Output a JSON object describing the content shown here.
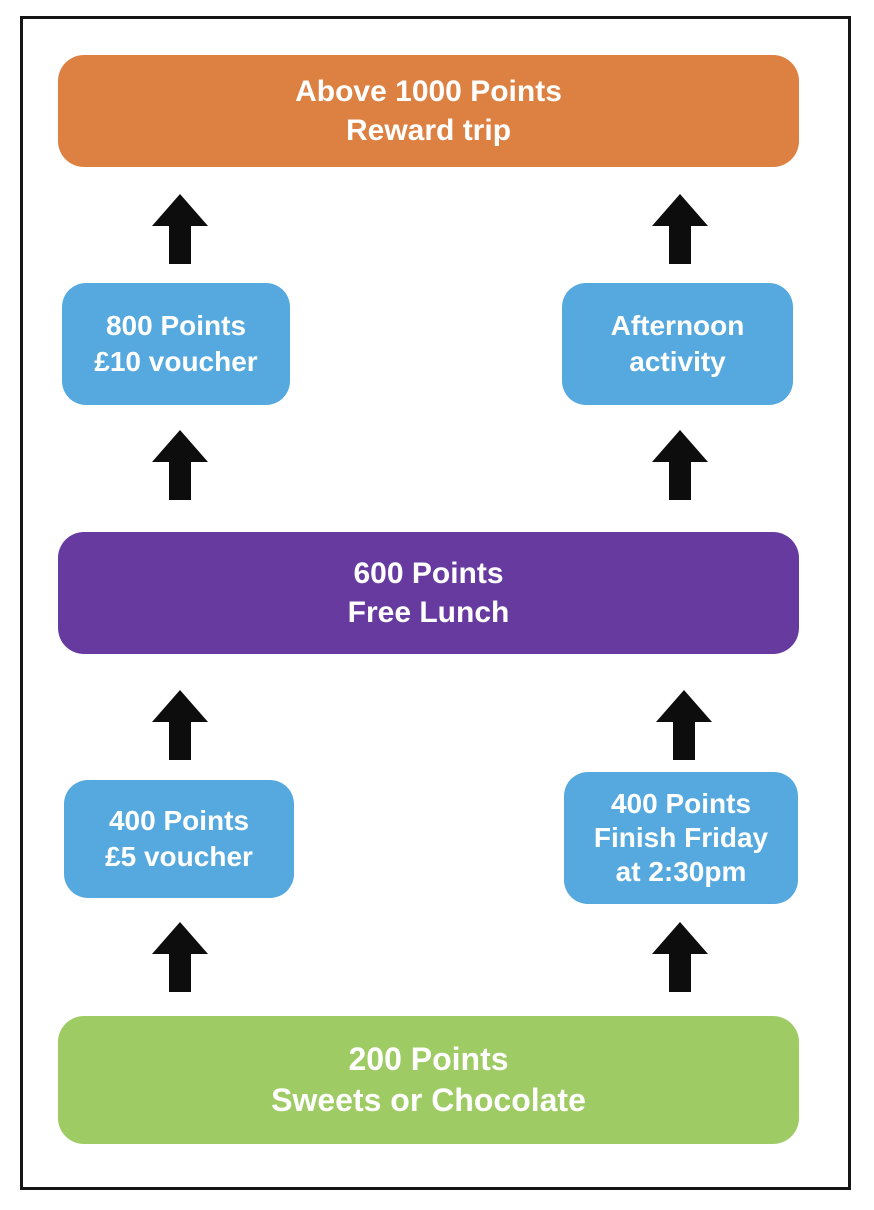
{
  "diagram": {
    "description": "Points reward ladder flowchart",
    "colors": {
      "top_box": "#DD8143",
      "small_box": "#55A9DE",
      "center_box": "#663A9E",
      "bottom_box": "#9ECB63",
      "arrow": "#0d0d0d",
      "frame_border": "#161616",
      "text": "#ffffff",
      "background": "#ffffff"
    },
    "boxes": {
      "top": {
        "line1": "Above 1000 Points",
        "line2": "Reward trip"
      },
      "mid_left": {
        "line1": "800 Points",
        "line2": "£10 voucher"
      },
      "mid_right": {
        "line1": "Afternoon",
        "line2": "activity"
      },
      "center": {
        "line1": "600 Points",
        "line2": "Free Lunch"
      },
      "low_left": {
        "line1": "400 Points",
        "line2": "£5 voucher"
      },
      "low_right": {
        "line1": "400 Points",
        "line2": "Finish Friday",
        "line3": "at 2:30pm"
      },
      "bottom": {
        "line1": "200 Points",
        "line2": "Sweets or Chocolate"
      }
    },
    "icons": {
      "up_arrow": "black-block-up-arrow"
    },
    "flow": [
      "200 Points Sweets or Chocolate -> 400 Points £5 voucher / 400 Points Finish Friday at 2:30pm",
      "400 Points -> 600 Points Free Lunch",
      "600 Points -> 800 Points £10 voucher / Afternoon activity",
      "800 Points / Afternoon activity -> Above 1000 Points Reward trip"
    ]
  }
}
